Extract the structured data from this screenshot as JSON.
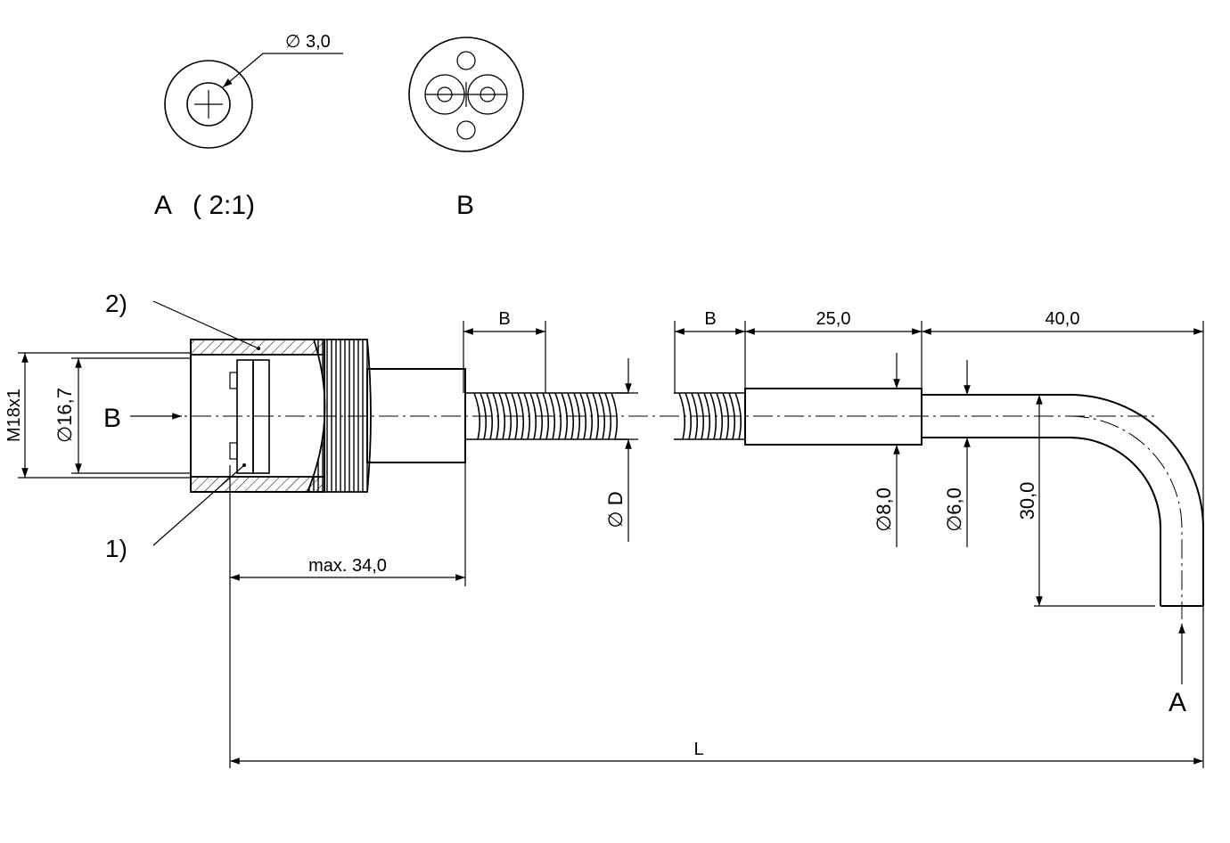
{
  "views": {
    "view_a": {
      "title": "A",
      "scale": "( 2:1)",
      "diameter_label": "3,0"
    },
    "view_b": {
      "title": "B"
    }
  },
  "callouts": {
    "part_1": "1)",
    "part_2": "2)"
  },
  "arrows": {
    "view_b_arrow": "B",
    "view_a_arrow": "A"
  },
  "dimensions": {
    "thread": "M18x1",
    "body_diameter": "16,7",
    "spiral_pitch_left": "B",
    "spiral_pitch_right": "B",
    "sleeve_length": "25,0",
    "tube_length": "40,0",
    "hose_diameter": "D",
    "sleeve_diameter": "8,0",
    "tube_diameter": "6,0",
    "bend_height": "30,0",
    "max_length": "max. 34,0",
    "total_length": "L"
  },
  "symbols": {
    "diameter": "∅"
  }
}
